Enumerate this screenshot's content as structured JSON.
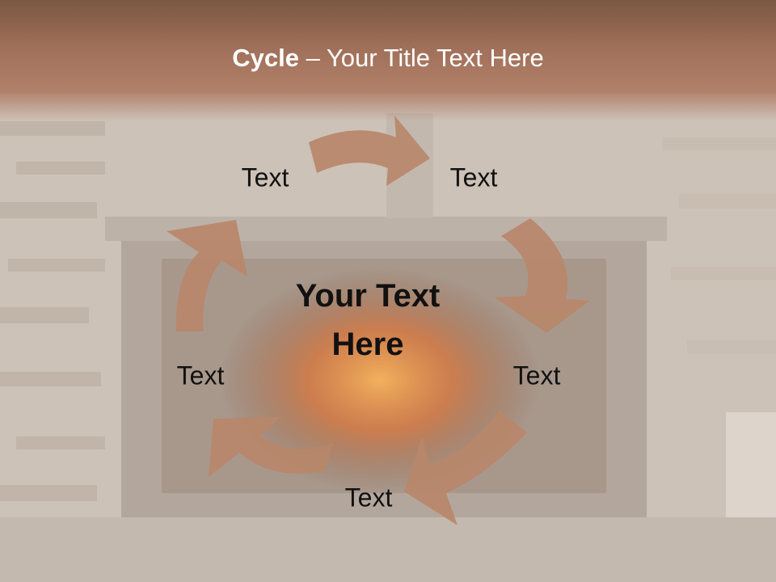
{
  "title": {
    "bold": "Cycle",
    "rest": " – Your Title Text Here"
  },
  "center": {
    "line1": "Your Text",
    "line2": "Here"
  },
  "nodes": [
    {
      "label": "Text"
    },
    {
      "label": "Text"
    },
    {
      "label": "Text"
    },
    {
      "label": "Text"
    },
    {
      "label": "Text"
    }
  ],
  "colors": {
    "arrow": "#b8876a",
    "title_text": "#ffffff",
    "title_bar": "#a0705a"
  }
}
